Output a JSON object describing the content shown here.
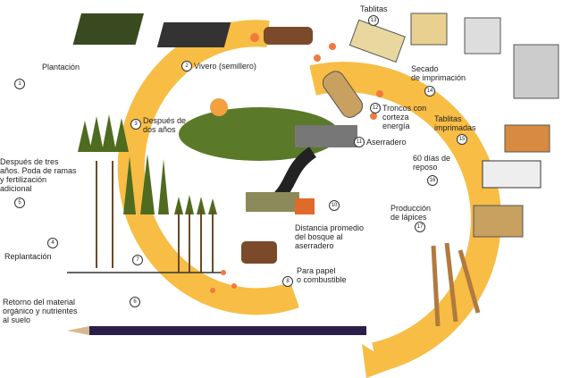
{
  "title": "Ciclo de producción de lápices",
  "colors": {
    "arc": "#f7bd45",
    "pencil": "#2b1f4a",
    "arrows": "#f07a3c",
    "tree": "#4f6b1f",
    "wood": "#c8a060"
  },
  "steps": [
    {
      "num": "1",
      "label": "Plantación"
    },
    {
      "num": "2",
      "label": "Vivero (semillero)"
    },
    {
      "num": "3",
      "label": "Después de\ndos años"
    },
    {
      "num": "4",
      "label": "Replantación"
    },
    {
      "num": "5",
      "label": "Después de tres\naños. Poda de ramas\ny fertilización\nadicional"
    },
    {
      "num": "6",
      "label": "Retorno del material\norgánico y nutrientes\nal suelo"
    },
    {
      "num": "7",
      "label": ""
    },
    {
      "num": "8",
      "label": "Para papel\no combustible"
    },
    {
      "num": "10",
      "label": "Distancia promedio\ndel bosque al\naserradero"
    },
    {
      "num": "11",
      "label": "Aserradero"
    },
    {
      "num": "12",
      "label": "Troncos con\ncorteza\nenergía"
    },
    {
      "num": "13",
      "label": "Tablitas"
    },
    {
      "num": "14",
      "label": "Secado\nde imprimación"
    },
    {
      "num": "15",
      "label": "Tablitas\nimprimadas"
    },
    {
      "num": "16",
      "label": "60 días de\nreposo"
    },
    {
      "num": "17",
      "label": "Producción\nde lápices"
    }
  ]
}
